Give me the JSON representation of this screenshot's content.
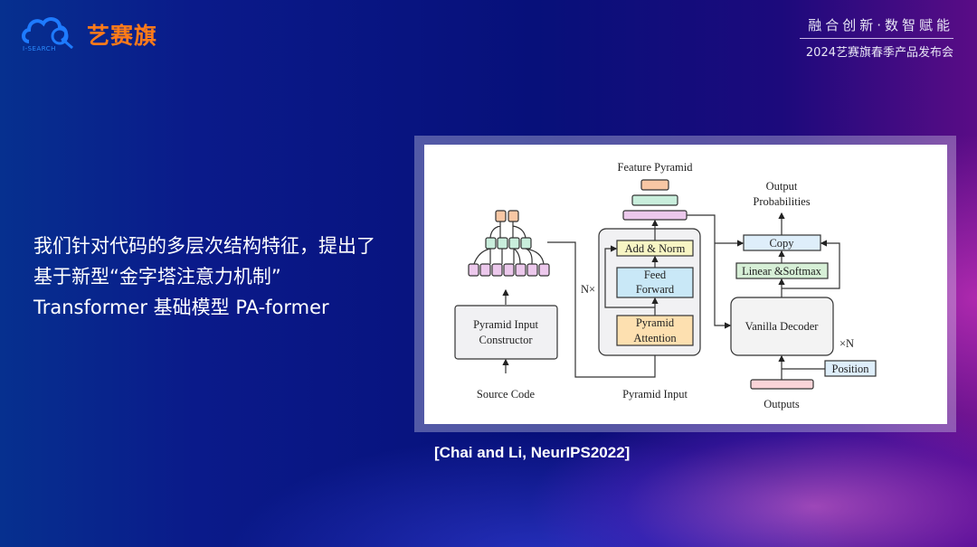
{
  "header": {
    "brand": "艺赛旗",
    "brand_sub": "I-SEARCH",
    "slogan": "融合创新·数智赋能",
    "event": "2024艺赛旗春季产品发布会"
  },
  "lead": {
    "lines": [
      "我们针对代码的多层次结构特征，提出了",
      "基于新型“金字塔注意力机制”",
      "Transformer 基础模型 PA-former"
    ]
  },
  "diagram": {
    "feature_pyramid": "Feature Pyramid",
    "source_code": "Source Code",
    "constructor": [
      "Pyramid Input",
      "Constructor"
    ],
    "nx": "N×",
    "add_norm": "Add & Norm",
    "feed_forward": [
      "Feed",
      "Forward"
    ],
    "pyramid_attention": [
      "Pyramid",
      "Attention"
    ],
    "pyramid_input": "Pyramid Input",
    "output_probs": [
      "Output",
      "Probabilities"
    ],
    "copy": "Copy",
    "linear": "Linear &Softmax",
    "decoder": "Vanilla Decoder",
    "xn": "×N",
    "position": "Position",
    "outputs": "Outputs"
  },
  "citation": "[Chai and Li, NeurIPS2022]"
}
